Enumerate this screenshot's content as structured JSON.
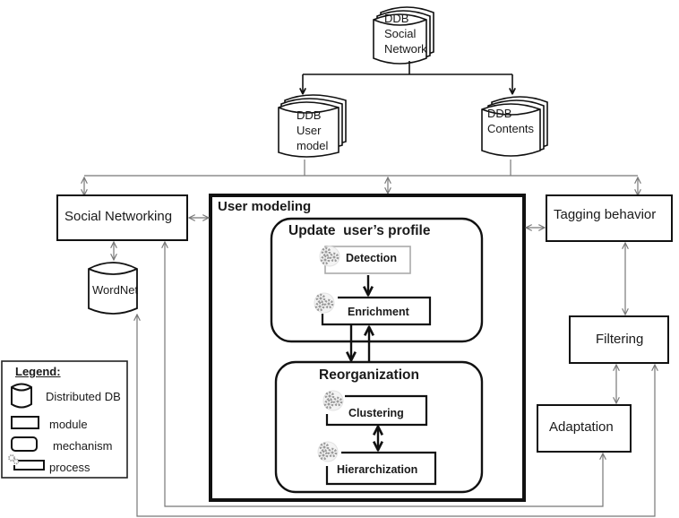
{
  "diagram": {
    "databases": {
      "social_network": {
        "line1": "DDB",
        "line2": "Social",
        "line3": "Network"
      },
      "user_model": {
        "line1": "DDB",
        "line2": "User",
        "line3": "model"
      },
      "contents": {
        "line1": "DDB",
        "line2": "Contents"
      },
      "wordnet": {
        "label": "WordNet"
      }
    },
    "modules": {
      "social_networking": "Social Networking",
      "tagging_behavior": "Tagging behavior",
      "filtering": "Filtering",
      "adaptation": "Adaptation",
      "user_modeling": "User modeling"
    },
    "mechanisms": {
      "update_profile": "Update  user’s profile",
      "reorganization": "Reorganization"
    },
    "processes": {
      "detection": "Detection",
      "enrichment": "Enrichment",
      "clustering": "Clustering",
      "hierarchization": "Hierarchization"
    },
    "legend": {
      "title": "Legend:",
      "items": [
        {
          "icon": "cylinder-icon",
          "label": "Distributed DB"
        },
        {
          "icon": "rectangle-icon",
          "label": "module"
        },
        {
          "icon": "rounded-rectangle-icon",
          "label": "mechanism"
        },
        {
          "icon": "gear-rectangle-icon",
          "label": "process"
        }
      ]
    },
    "colors": {
      "stroke": "#111111",
      "connector": "#777777",
      "gear": "#9a9a9a",
      "detection_border": "#aaaaaa"
    }
  }
}
